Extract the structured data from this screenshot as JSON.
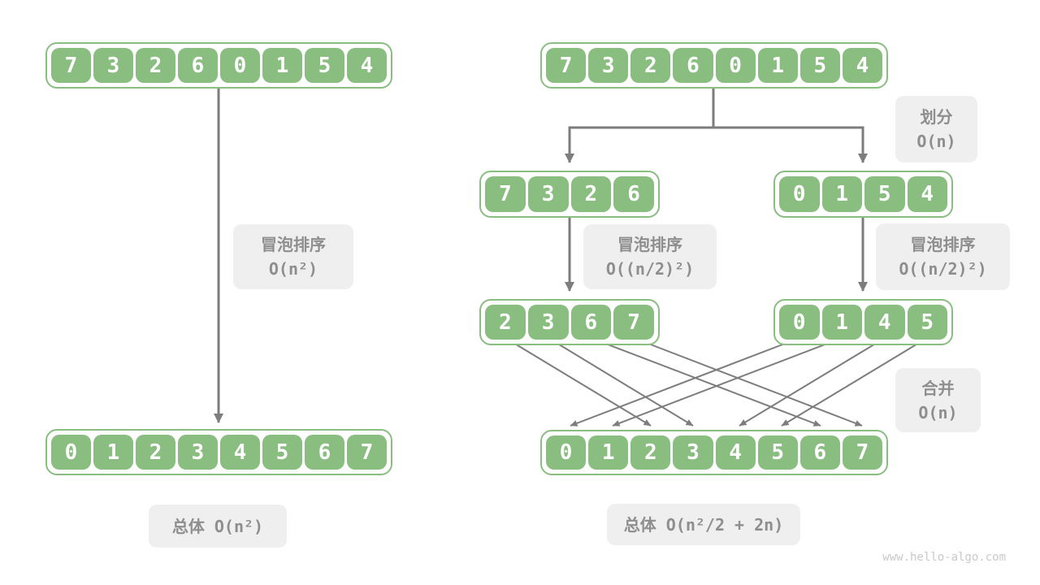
{
  "colors": {
    "cell_green": "#8ABE81",
    "cell_text": "#ffffff",
    "arrow_gray": "#7d7d7d",
    "label_bg": "#efefef",
    "label_text": "#8e8e8e",
    "watermark_gray": "#c9c9c9",
    "background": "#ffffff"
  },
  "left": {
    "top_array": [
      7,
      3,
      2,
      6,
      0,
      1,
      5,
      4
    ],
    "bottom_array": [
      0,
      1,
      2,
      3,
      4,
      5,
      6,
      7
    ],
    "sort_label": {
      "zh": "冒泡排序",
      "formula": "O(n²)"
    },
    "total": {
      "zh": "总体",
      "formula": "O(n²)"
    }
  },
  "right": {
    "top_array": [
      7,
      3,
      2,
      6,
      0,
      1,
      5,
      4
    ],
    "half_left": [
      7,
      3,
      2,
      6
    ],
    "half_right": [
      0,
      1,
      5,
      4
    ],
    "half_left_sorted": [
      2,
      3,
      6,
      7
    ],
    "half_right_sorted": [
      0,
      1,
      4,
      5
    ],
    "bottom_array": [
      0,
      1,
      2,
      3,
      4,
      5,
      6,
      7
    ],
    "partition_label": {
      "zh": "划分",
      "formula": "O(n)"
    },
    "sort_left_label": {
      "zh": "冒泡排序",
      "formula": "O((n/2)²)"
    },
    "sort_right_label": {
      "zh": "冒泡排序",
      "formula": "O((n/2)²)"
    },
    "merge_label": {
      "zh": "合并",
      "formula": "O(n)"
    },
    "total": {
      "zh": "总体",
      "formula": "O(n²/2 + 2n)"
    }
  },
  "watermark": {
    "text": "www.hello-algo.com"
  }
}
